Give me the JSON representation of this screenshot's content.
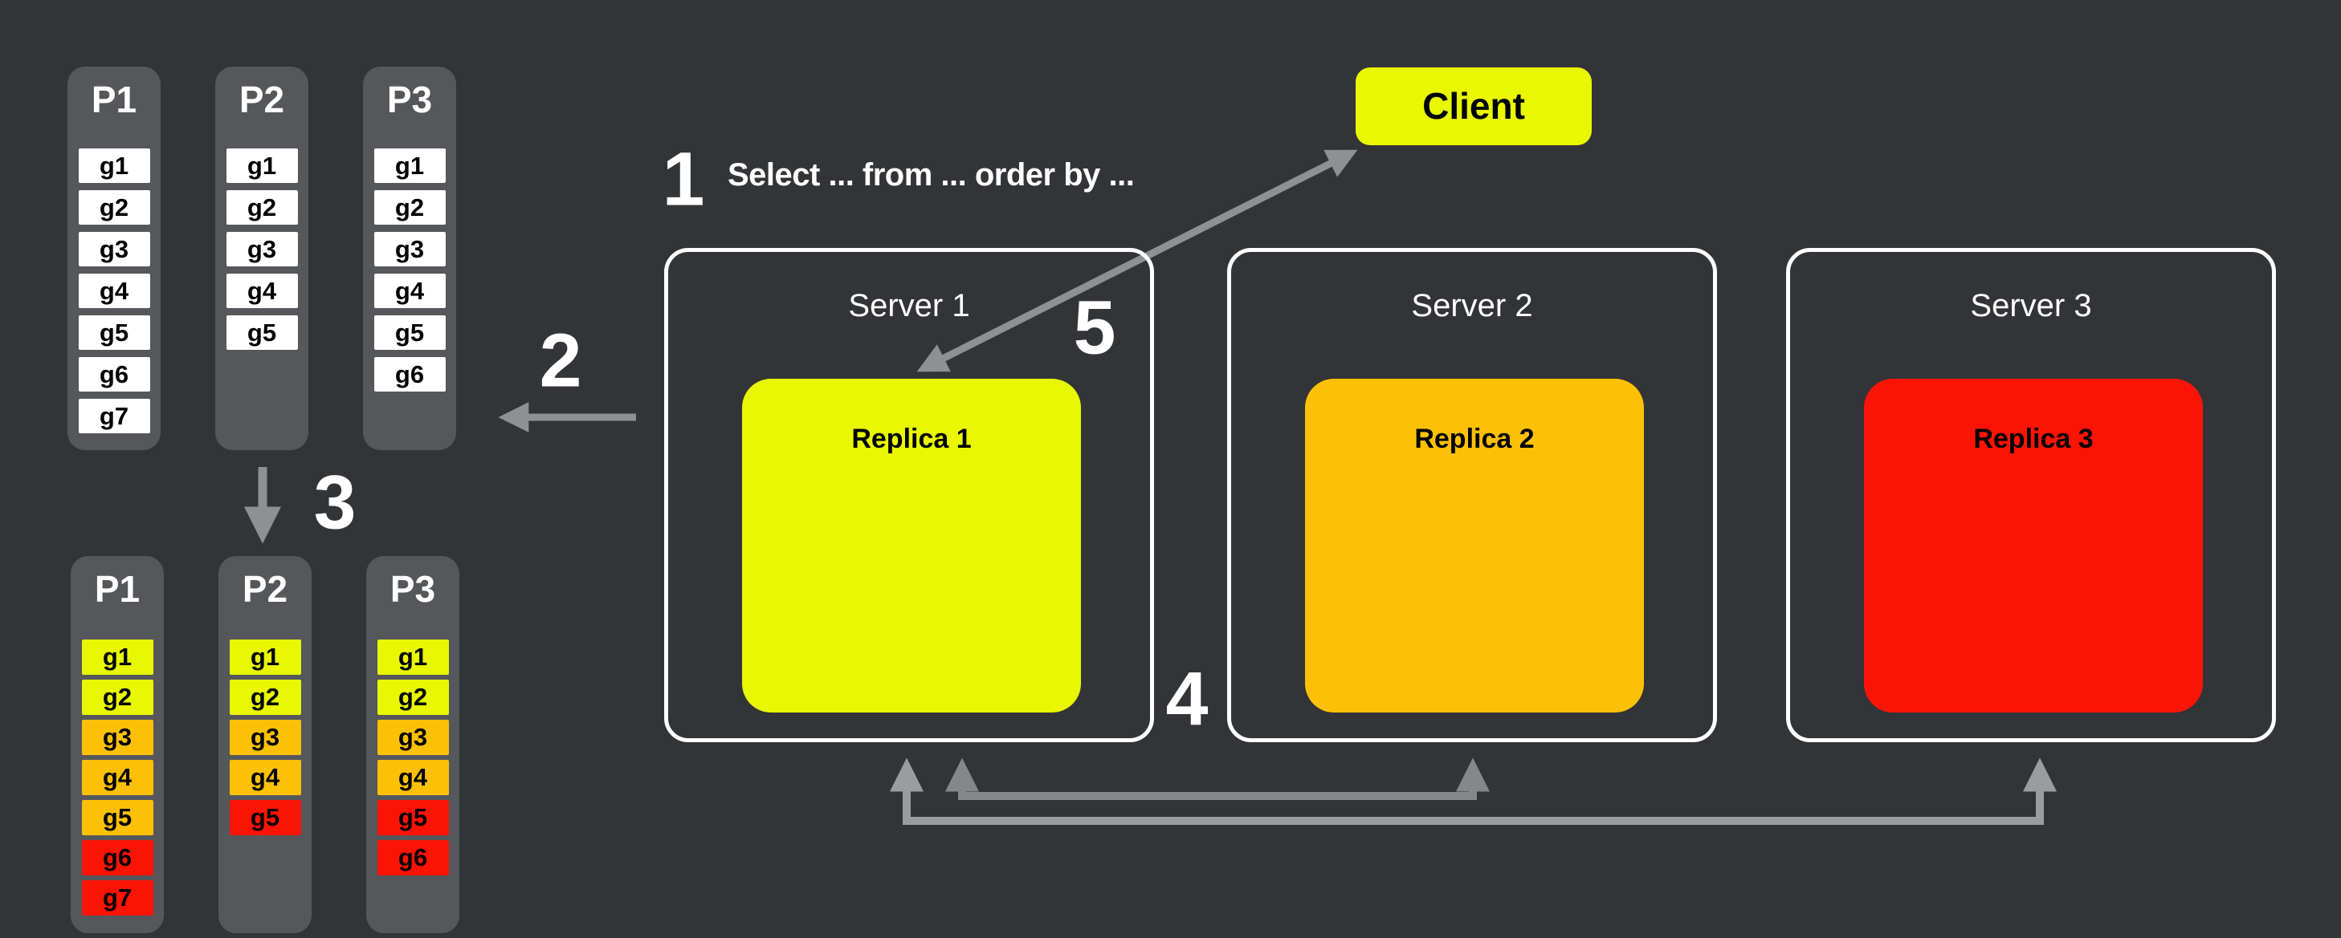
{
  "colors": {
    "background": "#323437",
    "panel": "#55575b",
    "white_cell": "#ffffff",
    "yellow": "#e9f702",
    "orange": "#fcc107",
    "red": "#fb1406",
    "arrow": "#8e9093",
    "arrow_inner": "#85878a",
    "arrow_outer": "#9a9c9e"
  },
  "steps": [
    "1",
    "2",
    "3",
    "4",
    "5"
  ],
  "query_text": "Select ... from ... order by ...",
  "client": {
    "label": "Client",
    "color": "#e9f702"
  },
  "servers": [
    {
      "title": "Server 1",
      "replica_label": "Replica 1",
      "replica_color": "#e9f702"
    },
    {
      "title": "Server 2",
      "replica_label": "Replica 2",
      "replica_color": "#fcc107"
    },
    {
      "title": "Server 3",
      "replica_label": "Replica 3",
      "replica_color": "#fb1406"
    }
  ],
  "top_partitions": [
    {
      "title": "P1",
      "cells": [
        {
          "label": "g1",
          "color": "#ffffff"
        },
        {
          "label": "g2",
          "color": "#ffffff"
        },
        {
          "label": "g3",
          "color": "#ffffff"
        },
        {
          "label": "g4",
          "color": "#ffffff"
        },
        {
          "label": "g5",
          "color": "#ffffff"
        },
        {
          "label": "g6",
          "color": "#ffffff"
        },
        {
          "label": "g7",
          "color": "#ffffff"
        }
      ]
    },
    {
      "title": "P2",
      "cells": [
        {
          "label": "g1",
          "color": "#ffffff"
        },
        {
          "label": "g2",
          "color": "#ffffff"
        },
        {
          "label": "g3",
          "color": "#ffffff"
        },
        {
          "label": "g4",
          "color": "#ffffff"
        },
        {
          "label": "g5",
          "color": "#ffffff"
        }
      ]
    },
    {
      "title": "P3",
      "cells": [
        {
          "label": "g1",
          "color": "#ffffff"
        },
        {
          "label": "g2",
          "color": "#ffffff"
        },
        {
          "label": "g3",
          "color": "#ffffff"
        },
        {
          "label": "g4",
          "color": "#ffffff"
        },
        {
          "label": "g5",
          "color": "#ffffff"
        },
        {
          "label": "g6",
          "color": "#ffffff"
        }
      ]
    }
  ],
  "bottom_partitions": [
    {
      "title": "P1",
      "cells": [
        {
          "label": "g1",
          "color": "#e9f702"
        },
        {
          "label": "g2",
          "color": "#e9f702"
        },
        {
          "label": "g3",
          "color": "#fcc107"
        },
        {
          "label": "g4",
          "color": "#fcc107"
        },
        {
          "label": "g5",
          "color": "#fcc107"
        },
        {
          "label": "g6",
          "color": "#fb1406"
        },
        {
          "label": "g7",
          "color": "#fb1406"
        }
      ]
    },
    {
      "title": "P2",
      "cells": [
        {
          "label": "g1",
          "color": "#e9f702"
        },
        {
          "label": "g2",
          "color": "#e9f702"
        },
        {
          "label": "g3",
          "color": "#fcc107"
        },
        {
          "label": "g4",
          "color": "#fcc107"
        },
        {
          "label": "g5",
          "color": "#fb1406"
        }
      ]
    },
    {
      "title": "P3",
      "cells": [
        {
          "label": "g1",
          "color": "#e9f702"
        },
        {
          "label": "g2",
          "color": "#e9f702"
        },
        {
          "label": "g3",
          "color": "#fcc107"
        },
        {
          "label": "g4",
          "color": "#fcc107"
        },
        {
          "label": "g5",
          "color": "#fb1406"
        },
        {
          "label": "g6",
          "color": "#fb1406"
        }
      ]
    }
  ]
}
